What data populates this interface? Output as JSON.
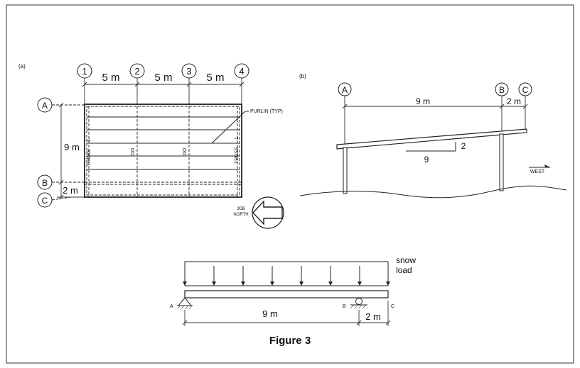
{
  "plan": {
    "label": "(a)",
    "column_grids": [
      "1",
      "2",
      "3",
      "4"
    ],
    "spans": [
      "5 m",
      "5 m",
      "5 m"
    ],
    "row_grids": [
      "A",
      "B",
      "C"
    ],
    "dim_ab": "9 m",
    "dim_bc": "2 m",
    "purlin": "PURLIN (TYP)",
    "truss_end_left": "TRUSS",
    "truss_end_right": "TRUSS",
    "truss_mid_1": "DO",
    "truss_mid_2": "DO",
    "truss_num": "1",
    "north": [
      "JOB",
      "NORTH"
    ]
  },
  "elevation": {
    "label": "(b)",
    "grids": [
      "A",
      "B",
      "C"
    ],
    "dim_ab": "9 m",
    "dim_bc": "2 m",
    "slope_rise": "2",
    "slope_run": "9",
    "direction": "WEST"
  },
  "beam": {
    "load_label_1": "snow",
    "load_label_2": "load",
    "support_a": "A",
    "support_b": "B",
    "end_c": "C",
    "dim_ab": "9 m",
    "dim_bc": "2 m"
  },
  "caption": "Figure 3"
}
